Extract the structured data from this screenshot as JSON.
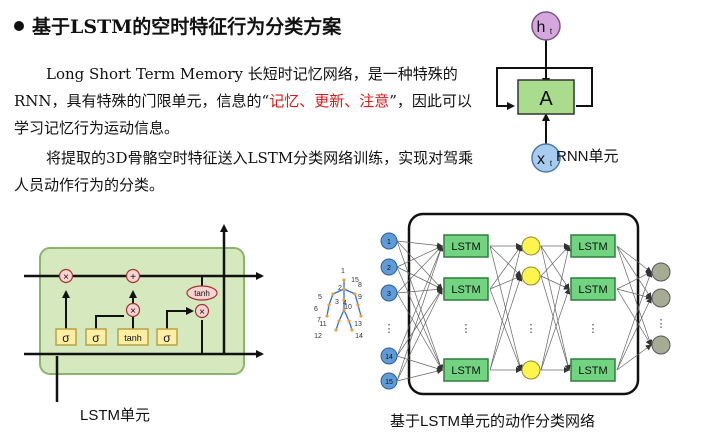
{
  "heading": "基于LSTM的空时特征行为分类方案",
  "para1": {
    "before": "Long Short Term Memory 长短时记忆网络，是一种特殊的RNN，具有特殊的门限单元，信息的“",
    "highlight": "记忆、更新、注意",
    "after": "”，因此可以学习记忆行为运动信息。"
  },
  "para2": "将提取的3D骨骼空时特征送入LSTM分类网络训练，实现对驾乘人员动作行为的分类。",
  "rnn": {
    "output": "h",
    "output_sub": "t",
    "cell": "A",
    "input": "x",
    "input_sub": "t",
    "caption": "RNN单元"
  },
  "lstm_cell": {
    "gates": [
      "σ",
      "σ",
      "tanh",
      "σ"
    ],
    "ops": [
      "×",
      "+",
      "×",
      "×"
    ],
    "tanh_op": "tanh",
    "caption": "LSTM单元"
  },
  "skeleton": {
    "joint_labels": [
      "1",
      "2",
      "3",
      "4",
      "5",
      "6",
      "7",
      "8",
      "9",
      "10",
      "11",
      "12",
      "13",
      "14",
      "15"
    ]
  },
  "network": {
    "input_nodes": [
      "1",
      "2",
      "3",
      "14",
      "15"
    ],
    "lstm_label": "LSTM",
    "ellipsis": "⋮",
    "caption": "基于LSTM单元的动作分类网络"
  },
  "colors": {
    "red": "#d41a1a",
    "lstm_cell_fill": "#d6e8bd",
    "lstm_cell_border": "#8cb46a",
    "gate_fill": "#fdeea6",
    "gate_border": "#b9a144",
    "op_fill": "#f9d2d2",
    "op_border": "#a13535",
    "lstm_box_fill": "#72d481",
    "lstm_box_border": "#2f7f3c",
    "rnn_cell_fill": "#a9dc8c",
    "rnn_node_fill": "#d4a8dc",
    "rnn_input_fill": "#a6cdef",
    "input_node_fill": "#5f9bd6",
    "hidden_node_fill": "#fff34d",
    "output_node_fill": "#a4ad94"
  }
}
